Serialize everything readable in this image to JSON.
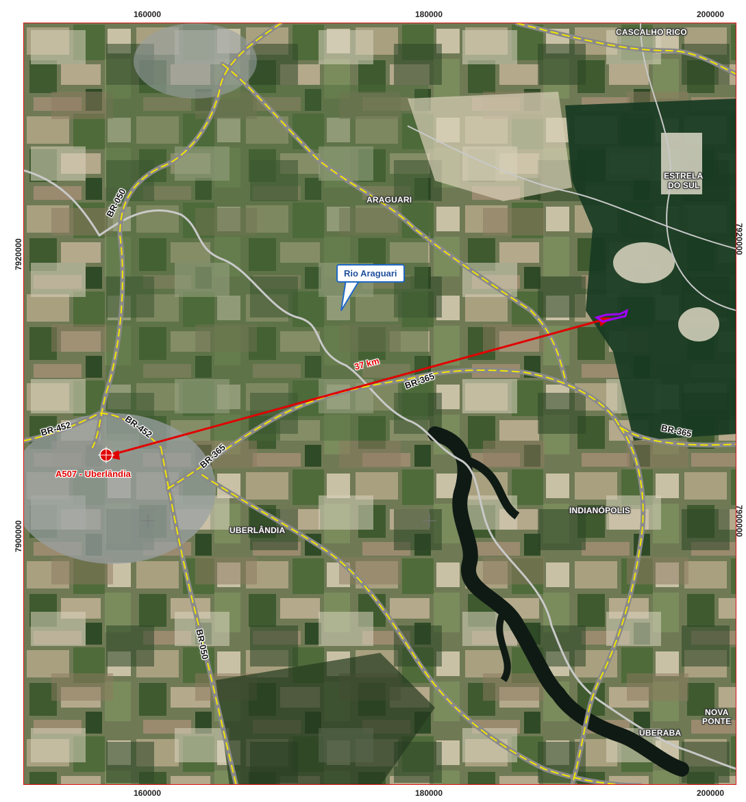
{
  "map": {
    "grid_labels": {
      "easting": [
        "160000",
        "180000",
        "200000"
      ],
      "northing": [
        "7920000",
        "7900000"
      ]
    },
    "places": {
      "cascalho_rico": "CASCALHO RICO",
      "estrela_do_sul_1": "ESTRELA",
      "estrela_do_sul_2": "DO SUL",
      "araguari": "ARAGUARI",
      "indianopolis": "INDIANÓPOLIS",
      "uberlandia": "UBERLÂNDIA",
      "uberaba": "UBERABA",
      "nova_ponte_1": "NOVA",
      "nova_ponte_2": "PONTE"
    },
    "roads": {
      "br050": "BR-050",
      "br452": "BR-452",
      "br365": "BR-365"
    },
    "river_callout": "Rio Araguari",
    "distance_label": "37 km",
    "station_label": "A507 - Uberlândia",
    "colors": {
      "frame": "#d11111",
      "road_casing": "#8a8a8a",
      "road_dash": "#f3e600",
      "river": "#c9c9c9",
      "distance_arrow": "#e00000",
      "site_polygon": "#a100ff",
      "reservoir": "#0f1a14"
    }
  }
}
